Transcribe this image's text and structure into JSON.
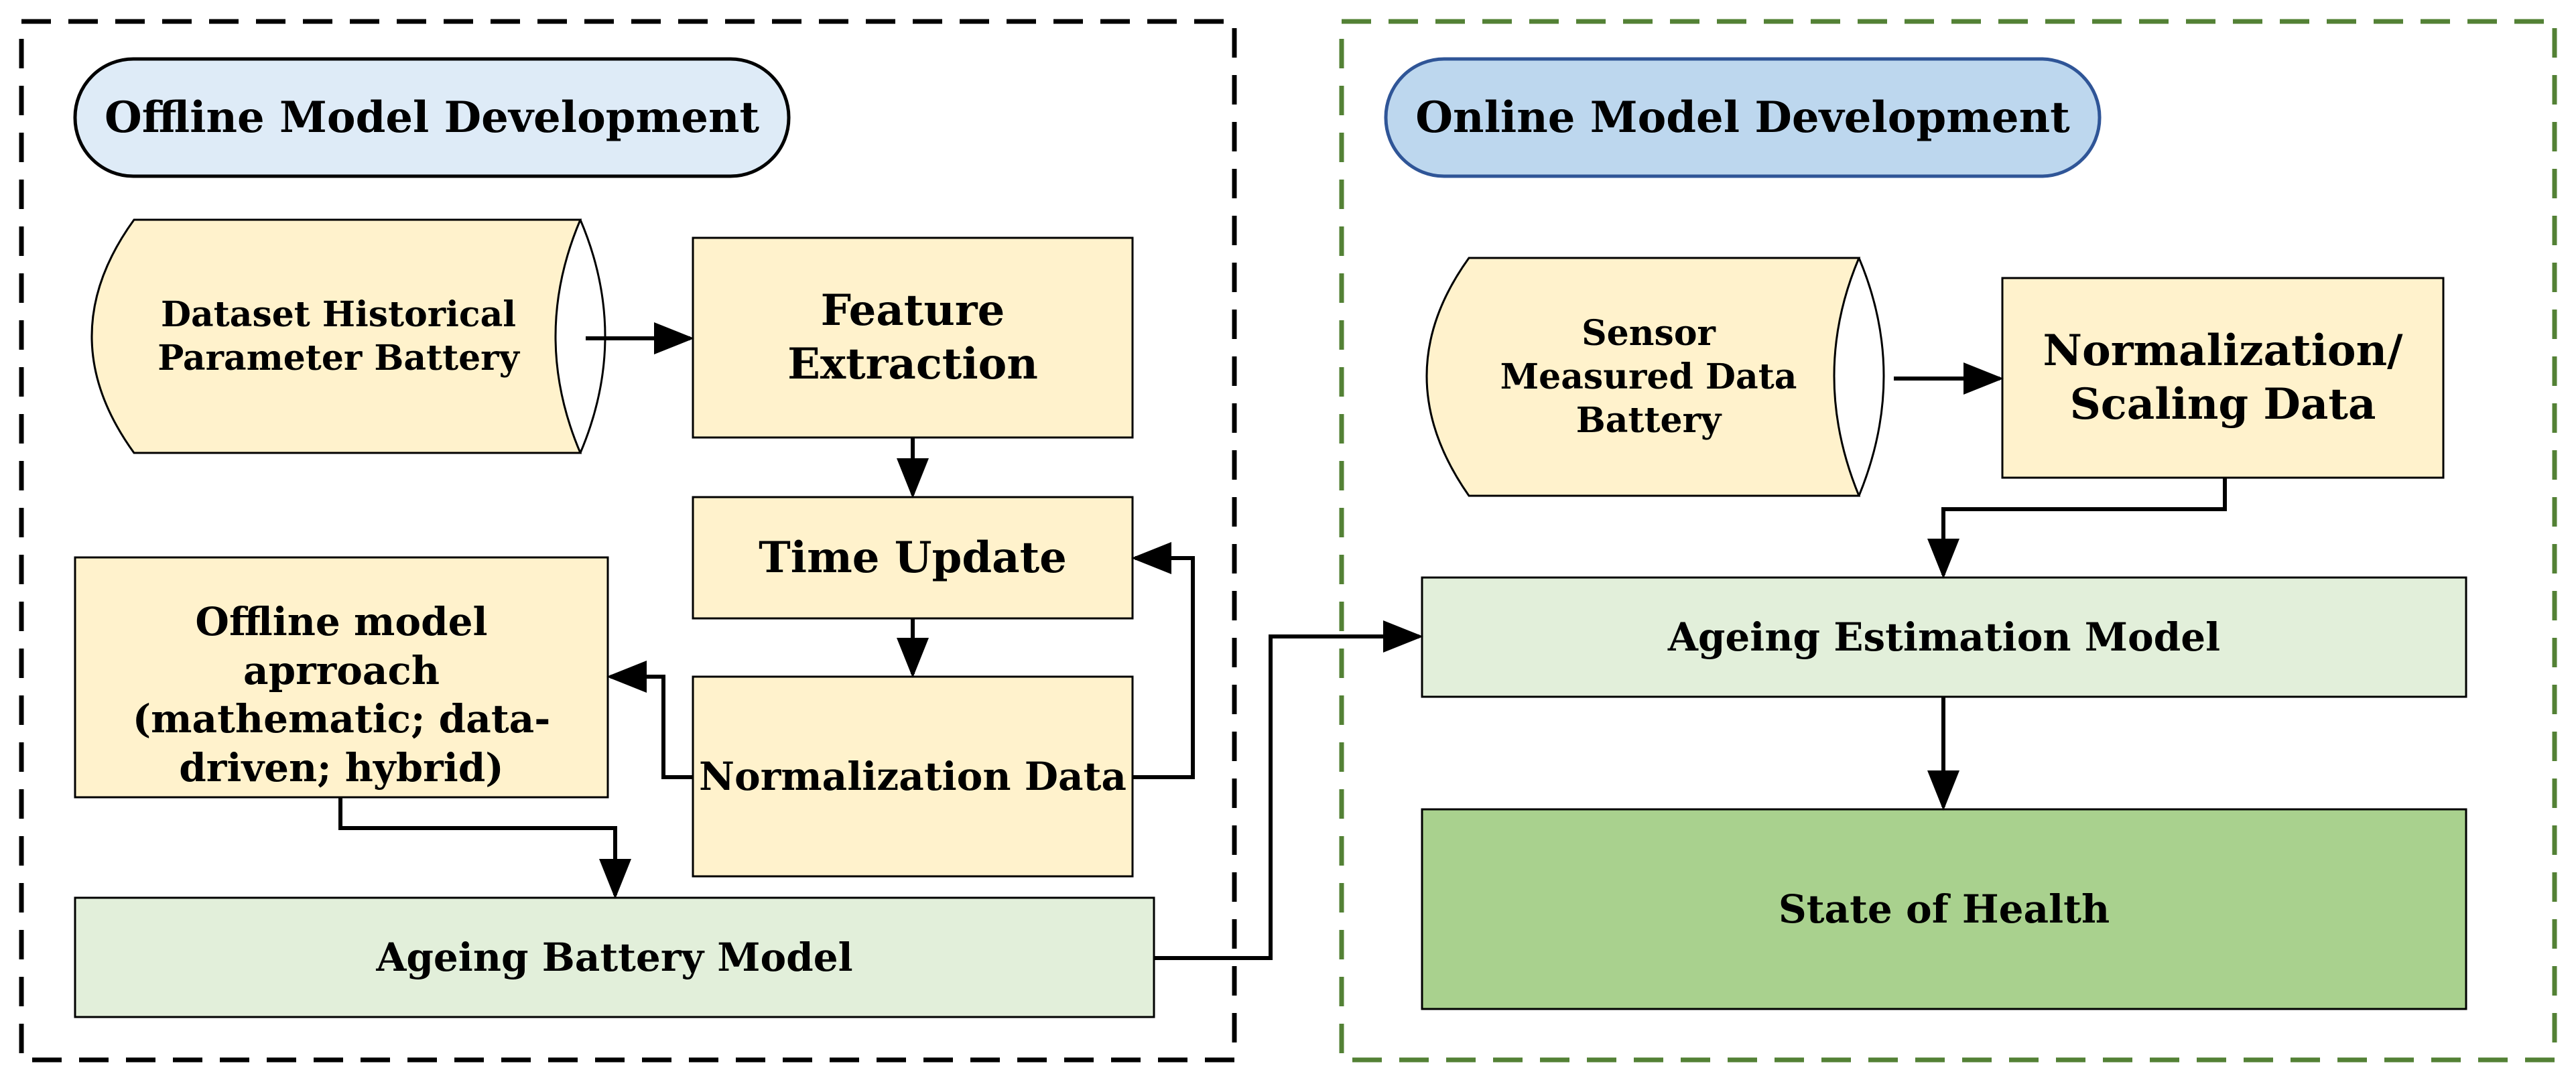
{
  "colors": {
    "offline_border": "#000000",
    "online_border": "#538135",
    "offline_pill_fill": "#DEEBF7",
    "online_pill_fill": "#BDD7EE",
    "online_pill_stroke": "#2F5597",
    "yellow_box": "#FFF2CC",
    "light_green_box": "#E2EFDA",
    "green_box": "#A9D18E"
  },
  "offline": {
    "title": "Offline Model Development",
    "dataset": "Dataset Historical Parameter Battery",
    "feature_extraction": "Feature Extraction",
    "time_update": "Time Update",
    "normalization": "Normalization Data",
    "approach": "Offline model aprroach (mathematic; data-driven; hybrid)",
    "ageing_battery_model": "Ageing Battery Model"
  },
  "online": {
    "title": "Online Model Development",
    "sensor": "Sensor Measured Data Battery",
    "normalization_scaling": "Normalization/ Scaling Data",
    "ageing_estimation": "Ageing Estimation Model",
    "state_of_health": "State of Health"
  }
}
